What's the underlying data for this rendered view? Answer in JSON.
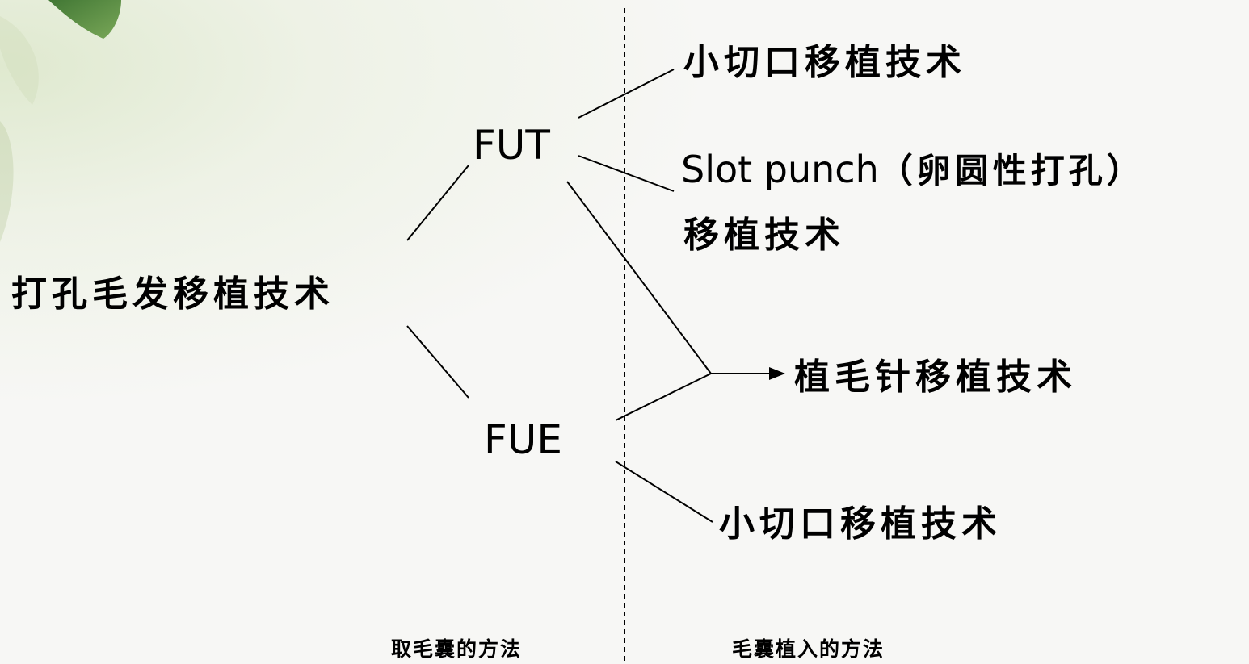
{
  "root": {
    "label": "打孔毛发移植技术"
  },
  "methods": {
    "fut": "FUT",
    "fue": "FUE"
  },
  "techniques": {
    "fut_small_incision": "小切口移植技术",
    "slot_punch_line1_latin": "Slot punch",
    "slot_punch_line1_cn": "（卵圆性打孔）",
    "slot_punch_line2": "移植技术",
    "implanter": "植毛针移植技术",
    "fue_small_incision": "小切口移植技术"
  },
  "footer": {
    "harvest_label": "取毛囊的方法",
    "implant_label": "毛囊植入的方法"
  },
  "colors": {
    "background": "#f7f7f5",
    "line": "#000000",
    "leaf_green": "#3d7a2a"
  }
}
